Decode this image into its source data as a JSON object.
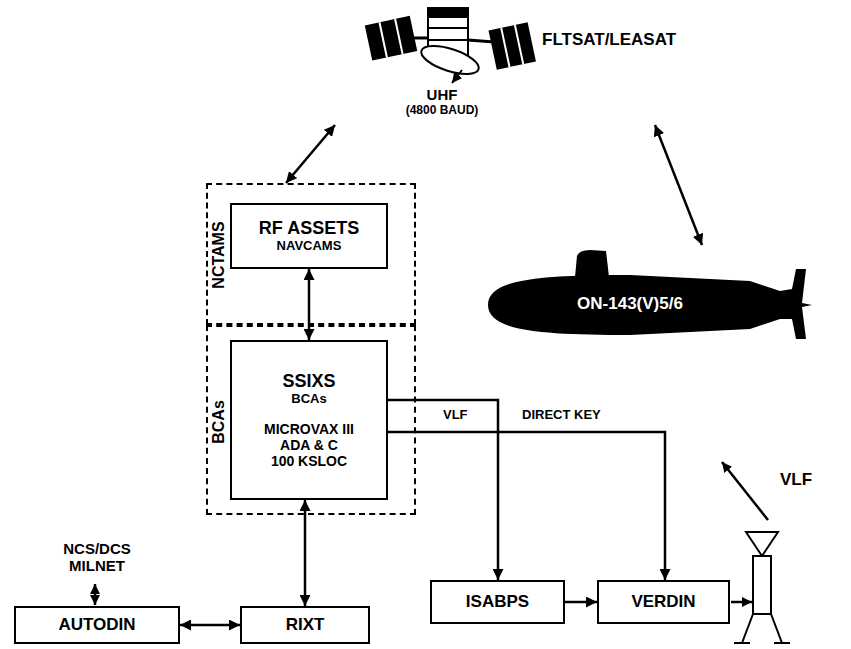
{
  "diagram": {
    "nodes": [
      {
        "text": [
          "FLTSAT/LEASAT",
          "UHF",
          "(4800 BAUD)"
        ]
      },
      {
        "text": [
          "NCTAMS"
        ]
      },
      {
        "text": [
          "RF ASSETS",
          "NAVCAMS"
        ],
        "in": 1
      },
      {
        "text": [
          "ON-143(V)5/6"
        ]
      },
      {
        "text": [
          "BCAs"
        ]
      },
      {
        "text": [
          "SSIXS",
          "BCAs",
          "MICROVAX III",
          "ADA & C",
          "100 KSLOC"
        ],
        "in": 4
      },
      {
        "text": [
          "ISABPS"
        ]
      },
      {
        "text": [
          "VERDIN"
        ]
      },
      {
        "text": [
          "AUTODIN"
        ]
      },
      {
        "text": [
          "RIXT"
        ]
      }
    ],
    "edges": [
      {
        "from": 0,
        "to": 1,
        "arrow": "both"
      },
      {
        "from": 0,
        "to": 3,
        "arrow": "both"
      },
      {
        "from": 2,
        "to": 5,
        "arrow": "both"
      },
      {
        "from": 5,
        "to": 6,
        "label": "VLF",
        "arrow": "to"
      },
      {
        "from": 5,
        "to": 7,
        "label": "DIRECT KEY",
        "arrow": "to"
      },
      {
        "from": 6,
        "to": 7,
        "arrow": "to"
      },
      {
        "from": 5,
        "to": 9,
        "arrow": "both"
      },
      {
        "from": 8,
        "to": 9,
        "arrow": "both"
      }
    ],
    "labels": [
      "NCS/DCS MILNET",
      "VLF"
    ]
  }
}
